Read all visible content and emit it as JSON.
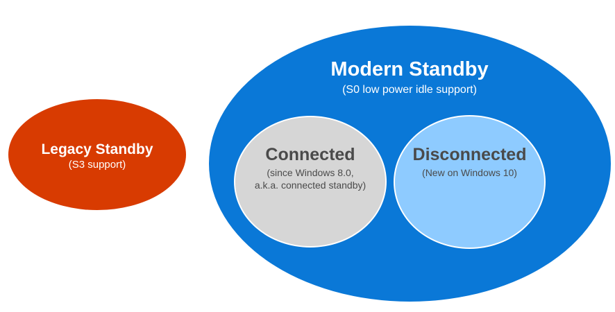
{
  "colors": {
    "legacy_fill": "#d83b01",
    "modern_fill": "#0a78d7",
    "connected_fill": "#d6d6d6",
    "disconnected_fill": "#8ecbff",
    "light_text": "#ffffff",
    "dark_text": "#4a4a4a",
    "background": "#ffffff"
  },
  "legacy": {
    "title": "Legacy Standby",
    "subtitle": "(S3 support)"
  },
  "modern": {
    "title": "Modern Standby",
    "subtitle": "(S0 low power idle support)",
    "connected": {
      "title": "Connected",
      "subtitle_line1": "(since Windows 8.0,",
      "subtitle_line2": "a.k.a. connected standby)"
    },
    "disconnected": {
      "title": "Disconnected",
      "subtitle": "(New on Windows 10)"
    }
  }
}
